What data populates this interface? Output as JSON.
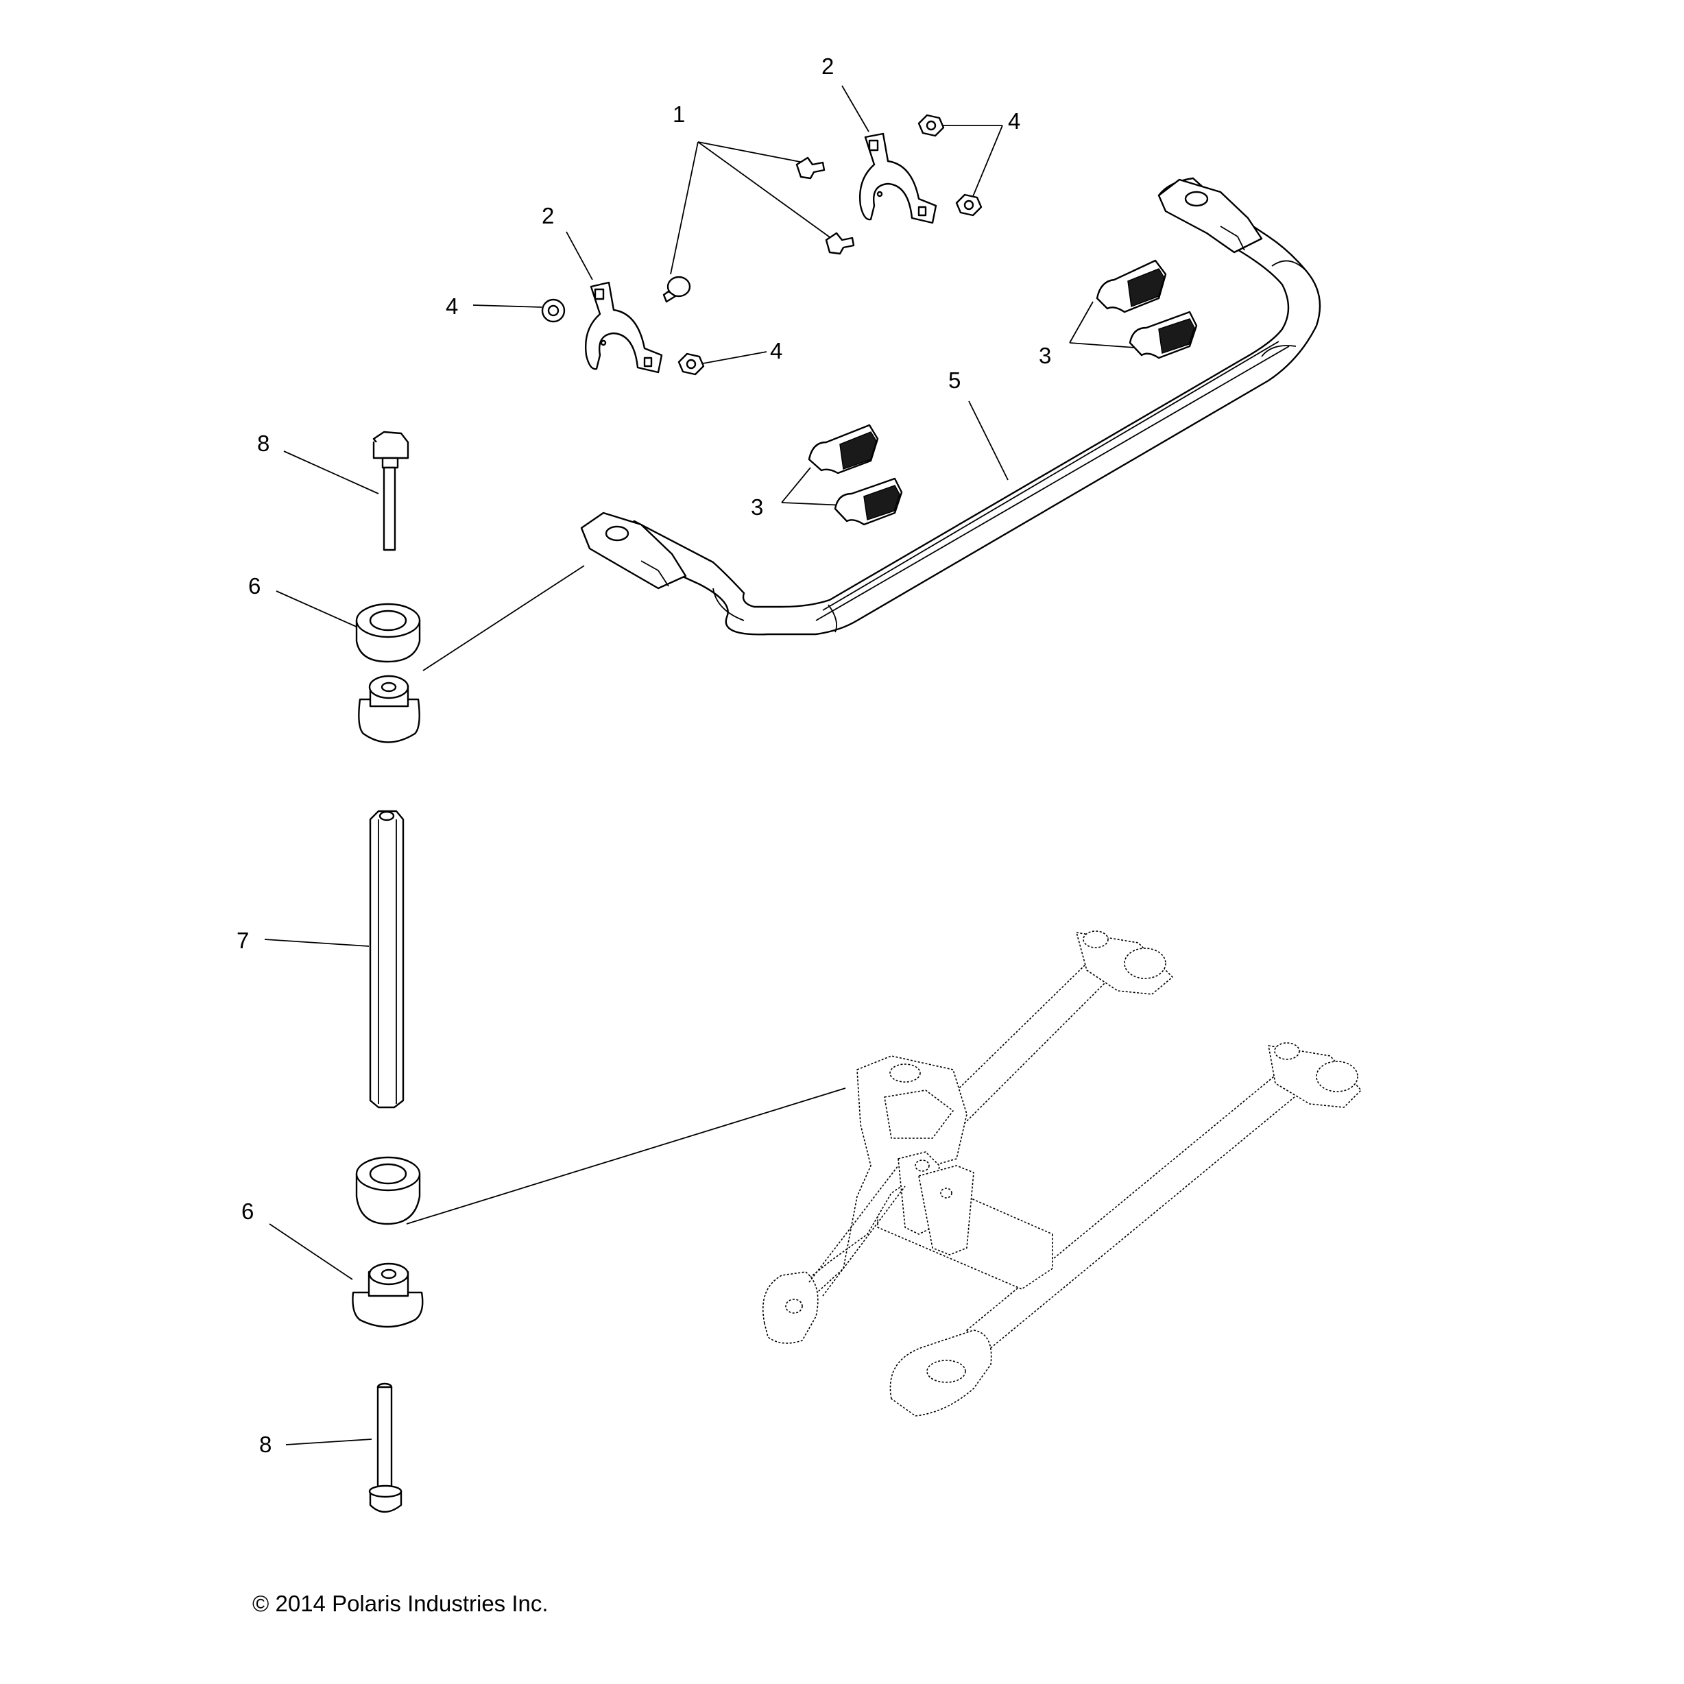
{
  "callouts": {
    "c1": "1",
    "c2a": "2",
    "c2b": "2",
    "c3a": "3",
    "c3b": "3",
    "c4a": "4",
    "c4b": "4",
    "c4c": "4",
    "c5": "5",
    "c6a": "6",
    "c6b": "6",
    "c7": "7",
    "c8a": "8",
    "c8b": "8"
  },
  "copyright": "© 2014 Polaris Industries Inc."
}
